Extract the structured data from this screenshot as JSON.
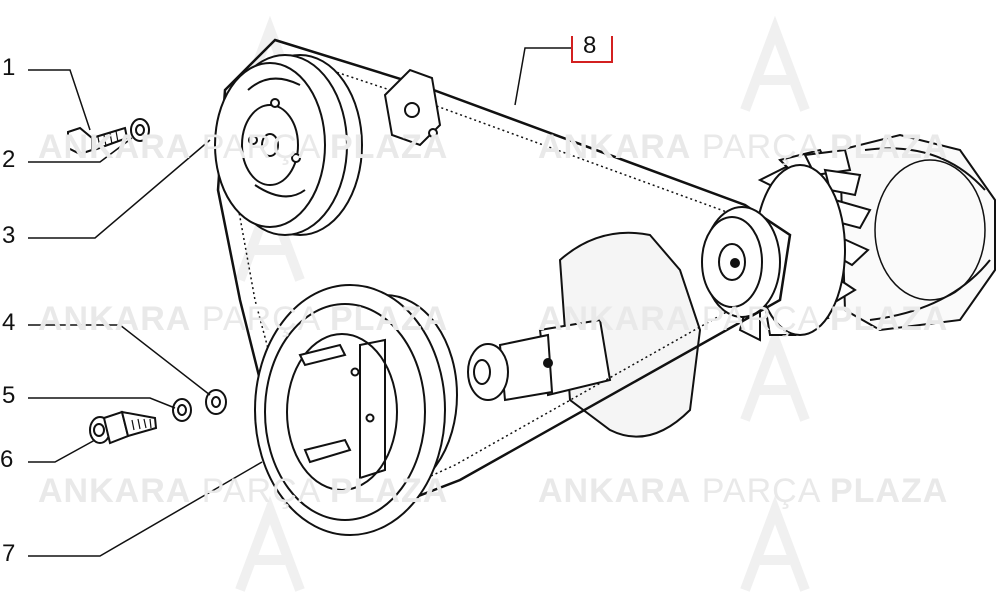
{
  "callouts": [
    "1",
    "2",
    "3",
    "4",
    "5",
    "6",
    "7",
    "8"
  ],
  "watermark": {
    "word1": "ANKARA",
    "word2": "PARÇA",
    "word3": "PLAZA"
  },
  "colors": {
    "line": "#111111",
    "callout_box": "#d32020",
    "watermark": "#e9e9e9"
  }
}
